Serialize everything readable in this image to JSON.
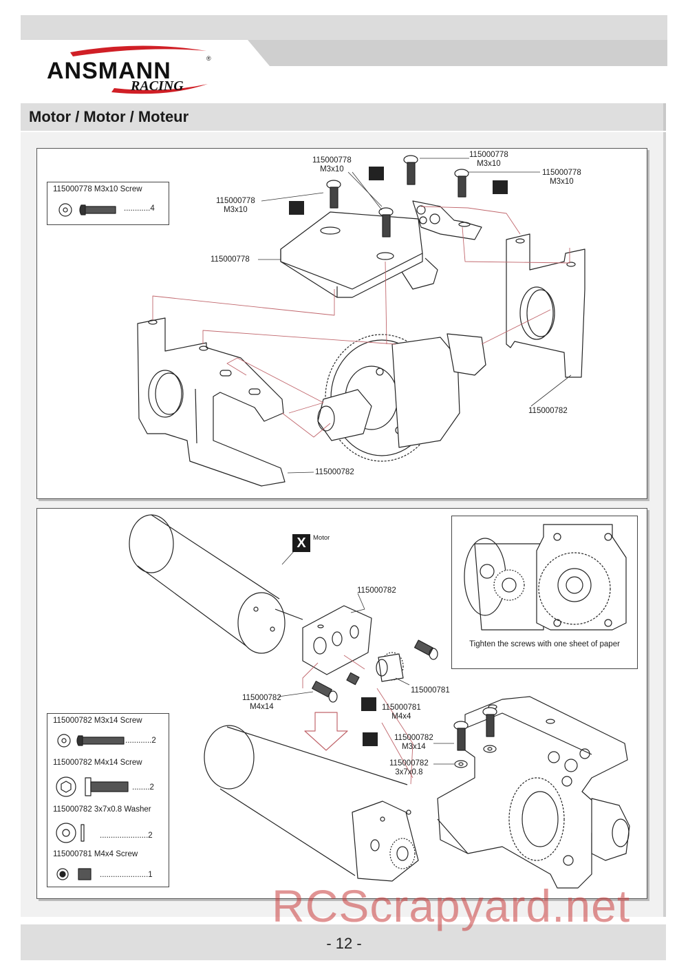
{
  "brand": {
    "name": "ANSMANN",
    "sub": "RACING",
    "reg": "®"
  },
  "section_title": "Motor / Motor / Moteur",
  "step1": {
    "parts": [
      {
        "name": "115000778  M3x10 Screw",
        "qty": "............4"
      }
    ],
    "callouts": {
      "screw_a": [
        "115000778",
        "M3x10"
      ],
      "screw_b": [
        "115000778",
        "M3x10"
      ],
      "screw_c": [
        "115000778",
        "M3x10"
      ],
      "screw_d": [
        "115000778",
        "M3x10"
      ],
      "plate": "115000778",
      "mount_right": "115000782",
      "mount_left": "115000782"
    }
  },
  "step2": {
    "parts": [
      {
        "name": "115000782 M3x14 Screw",
        "qty": "............2"
      },
      {
        "name": "115000782 M4x14 Screw",
        "qty": "........2"
      },
      {
        "name": "115000782 3x7x0.8 Washer",
        "qty": "......................2"
      },
      {
        "name": "115000781 M4x4 Screw",
        "qty": "......................1"
      }
    ],
    "motor_tag": "Motor",
    "x_mark": "X",
    "callouts": {
      "mount": "115000782",
      "screw_m4x14": [
        "115000782",
        "M4x14"
      ],
      "pinion": "115000781",
      "setscrew": [
        "115000781",
        "M4x4"
      ],
      "screw_m3x14": [
        "115000782",
        "M3x14"
      ],
      "washer": [
        "115000782",
        "3x7x0.8"
      ]
    },
    "inset_caption": "Tighten the screws with one sheet of paper"
  },
  "page_number": "- 12 -",
  "watermark": "RCScrapyard.net"
}
